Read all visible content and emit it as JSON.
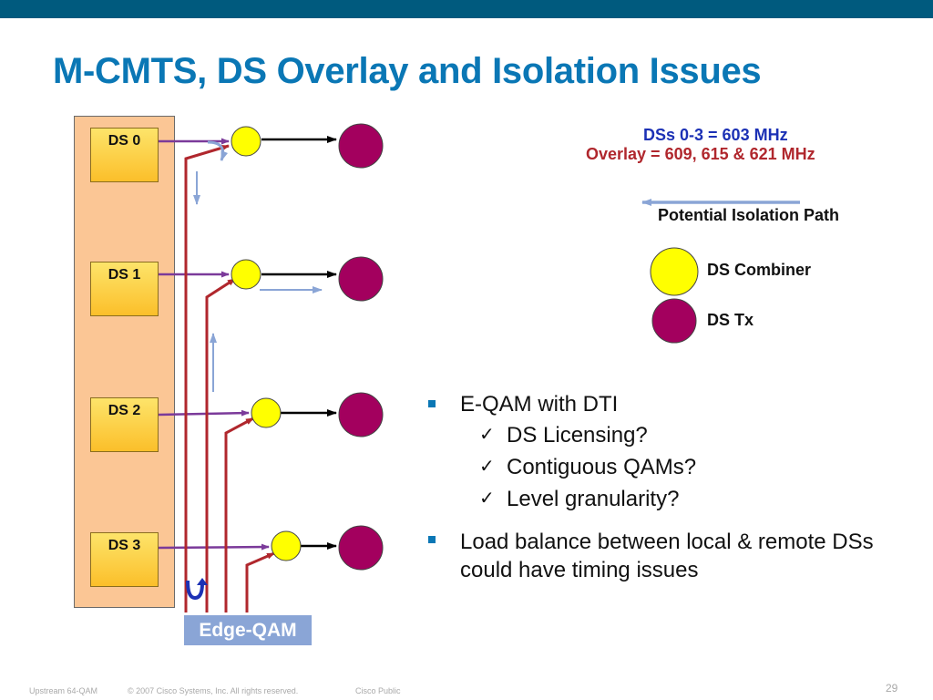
{
  "slide": {
    "title": "M-CMTS, DS Overlay and Isolation Issues",
    "page_number": "29"
  },
  "diagram": {
    "ds_blocks": [
      "DS 0",
      "DS 1",
      "DS 2",
      "DS 3"
    ],
    "edge_qam_label": "Edge-QAM",
    "freq_primary": "DSs 0-3 = 603 MHz",
    "freq_overlay": "Overlay = 609, 615 & 621 MHz",
    "colors": {
      "combiner": "#ffff00",
      "transmitter": "#a3005e",
      "ds_link": "#7b3a9a",
      "overlay_link": "#b0272d",
      "isolation_path": "#8aa5d6"
    }
  },
  "legend": {
    "isolation_path": "Potential Isolation Path",
    "combiner": "DS Combiner",
    "transmitter": "DS Tx"
  },
  "bullets": [
    {
      "text": "E-QAM with DTI",
      "subitems": [
        "DS Licensing?",
        "Contiguous QAMs?",
        "Level granularity?"
      ]
    },
    {
      "text": "Load balance between local & remote DSs could have timing issues",
      "subitems": []
    }
  ],
  "footer": {
    "presentation": "Upstream 64-QAM",
    "copyright": "© 2007 Cisco Systems, Inc. All rights reserved.",
    "classification": "Cisco Public"
  }
}
